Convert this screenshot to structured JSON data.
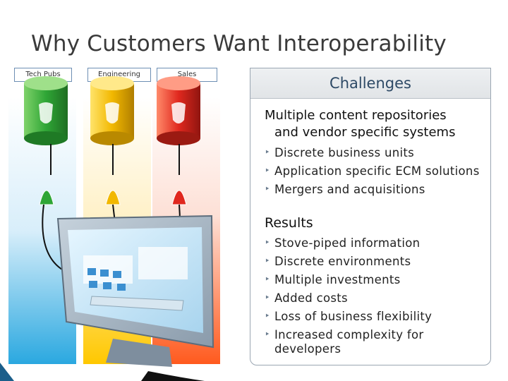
{
  "title": "Why Customers Want Interoperability",
  "repositories": [
    {
      "label": "Tech Pubs",
      "color": "#2fa636"
    },
    {
      "label": "Engineering",
      "color": "#f2b800"
    },
    {
      "label": "Sales",
      "color": "#e0281e"
    }
  ],
  "panel": {
    "heading": "Challenges",
    "challenges_title_line1": "Multiple content repositories",
    "challenges_title_line2": "and vendor specific systems",
    "challenges": [
      "Discrete business units",
      "Application specific ECM solutions",
      "Mergers and acquisitions"
    ],
    "results_title": "Results",
    "results": [
      "Stove-piped information",
      "Discrete environments",
      "Multiple investments",
      "Added costs",
      "Loss of business flexibility",
      "Increased complexity for developers"
    ]
  }
}
